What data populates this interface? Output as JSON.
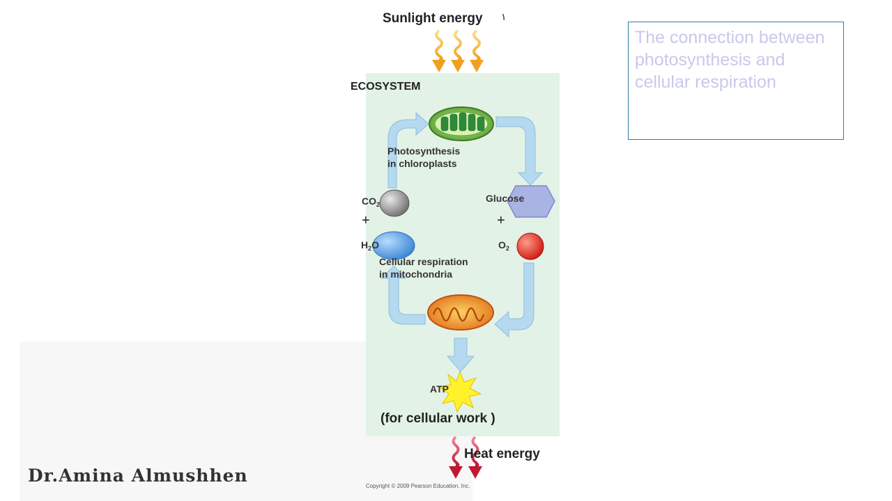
{
  "title": "The connection between photosynthesis and cellular respiration",
  "labels": {
    "sunlight": "Sunlight energy",
    "sunlight_mark": "١",
    "ecosystem": "ECOSYSTEM",
    "photosynthesis_line1": "Photosynthesis",
    "photosynthesis_line2": "in chloroplasts",
    "co2_base": "CO",
    "co2_sub": "2",
    "glucose": "Glucose",
    "plus": "+",
    "h2o_h": "H",
    "h2o_sub": "2",
    "h2o_o": "O",
    "o2_base": "O",
    "o2_sub": "2",
    "respiration_line1": "Cellular respiration",
    "respiration_line2": "in mitochondria",
    "atp": "ATP",
    "cellular_work": "(for cellular work )",
    "heat": "Heat energy"
  },
  "signature": "Dr.Amina Almushhen",
  "copyright": "Copyright © 2009 Pearson Education, Inc.",
  "colors": {
    "ecosystem_bg": "#e3f2e6",
    "arrow_blue": "#b5d9ef",
    "sun_wave": "#f4b43a",
    "heat_wave": "#d6304a",
    "title_text": "#c8c8ec",
    "title_border": "#2a7fa0"
  }
}
